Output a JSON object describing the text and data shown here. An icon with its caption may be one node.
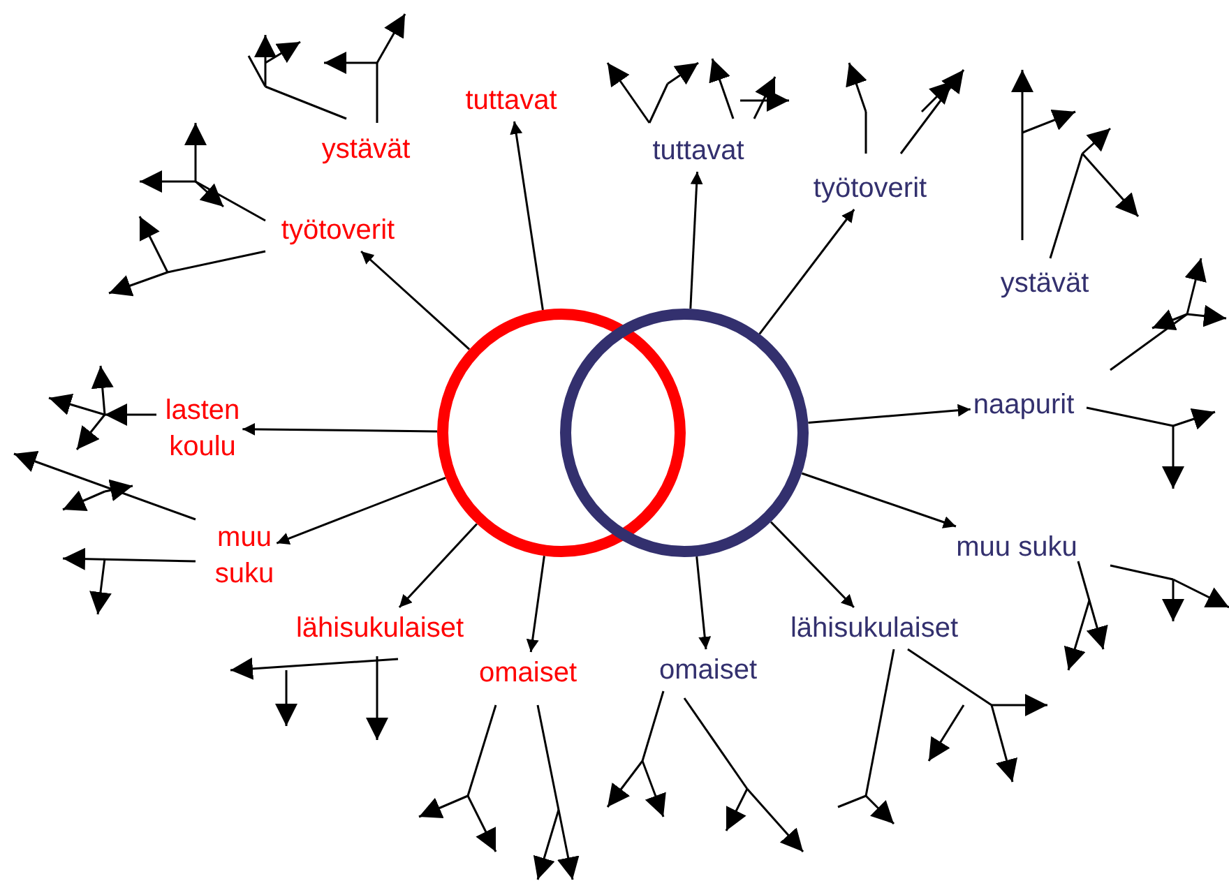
{
  "diagram": {
    "nodes": [
      {
        "text": [],
        "shape": "circle"
      },
      {
        "text": [],
        "shape": "circle"
      },
      {
        "text": [
          "tuttavat"
        ]
      },
      {
        "text": [
          "ystävät"
        ]
      },
      {
        "text": [
          "työtoverit"
        ]
      },
      {
        "text": [
          "lasten koulu"
        ]
      },
      {
        "text": [
          "muu suku"
        ]
      },
      {
        "text": [
          "lähisukulaiset"
        ]
      },
      {
        "text": [
          "omaiset"
        ]
      },
      {
        "text": [
          "tuttavat"
        ]
      },
      {
        "text": [
          "työtoverit"
        ]
      },
      {
        "text": [
          "ystävät"
        ]
      },
      {
        "text": [
          "naapurit"
        ]
      },
      {
        "text": [
          "muu suku"
        ]
      },
      {
        "text": [
          "lähisukulaiset"
        ]
      },
      {
        "text": [
          "omaiset"
        ]
      }
    ],
    "edges": [
      {
        "from": 0,
        "to": 2,
        "arrow": "to"
      },
      {
        "from": 0,
        "to": 4,
        "arrow": "to"
      },
      {
        "from": 0,
        "to": 5,
        "arrow": "to"
      },
      {
        "from": 0,
        "to": 6,
        "arrow": "to"
      },
      {
        "from": 0,
        "to": 7,
        "arrow": "to"
      },
      {
        "from": 0,
        "to": 8,
        "arrow": "to"
      },
      {
        "from": 1,
        "to": 9,
        "arrow": "to"
      },
      {
        "from": 1,
        "to": 10,
        "arrow": "to"
      },
      {
        "from": 1,
        "to": 12,
        "arrow": "to"
      },
      {
        "from": 1,
        "to": 13,
        "arrow": "to"
      },
      {
        "from": 1,
        "to": 14,
        "arrow": "to"
      },
      {
        "from": 1,
        "to": 15,
        "arrow": "to"
      }
    ]
  }
}
